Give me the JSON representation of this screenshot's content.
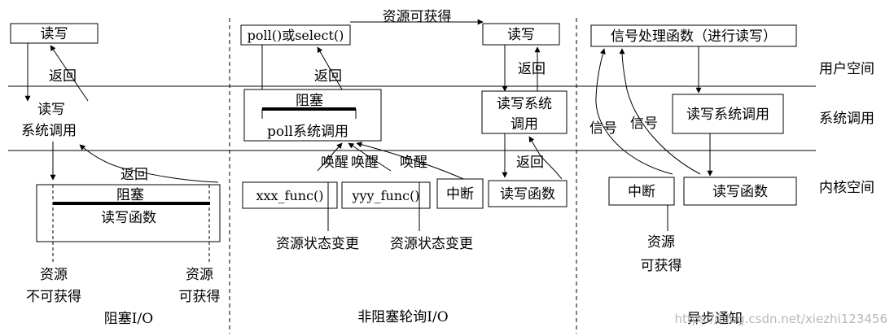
{
  "layers": {
    "user_space": "用户空间",
    "syscall": "系统调用",
    "kernel_space": "内核空间"
  },
  "blocking": {
    "caption": "阻塞I/O",
    "read_write_box": "读写",
    "return_upper": "返回",
    "syscall_line1": "读写",
    "syscall_line2": "系统调用",
    "return_lower": "返回",
    "kernel_box_line1": "阻塞",
    "kernel_box_line2": "读写函数",
    "unavailable_line1": "资源",
    "unavailable_line2": "不可获得",
    "available_line1": "资源",
    "available_line2": "可获得"
  },
  "polling": {
    "caption": "非阻塞轮询I/O",
    "resource_available": "资源可获得",
    "poll_box": "poll()或select()",
    "read_write_box": "读写",
    "return_left": "返回",
    "return_right_upper": "返回",
    "poll_syscall_line1": "阻塞",
    "poll_syscall_line2": "poll系统调用",
    "rw_syscall_line1": "读写系统",
    "rw_syscall_line2": "调用",
    "return_right_lower": "返回",
    "wake1": "唤醒",
    "wake2": "唤醒",
    "wake3": "唤醒",
    "xxx_func": "xxx_func()",
    "yyy_func": "yyy_func()",
    "interrupt": "中断",
    "rw_func": "读写函数",
    "state_change1": "资源状态变更",
    "state_change2": "资源状态变更"
  },
  "async": {
    "caption": "异步通知",
    "handler_box": "信号处理函数（进行读写）",
    "signal_left": "信号",
    "signal_right": "信号",
    "rw_syscall": "读写系统调用",
    "interrupt": "中断",
    "rw_func": "读写函数",
    "resource_line1": "资源",
    "resource_line2": "可获得"
  },
  "watermark": "https://blog.csdn.net/xiezhi123456"
}
